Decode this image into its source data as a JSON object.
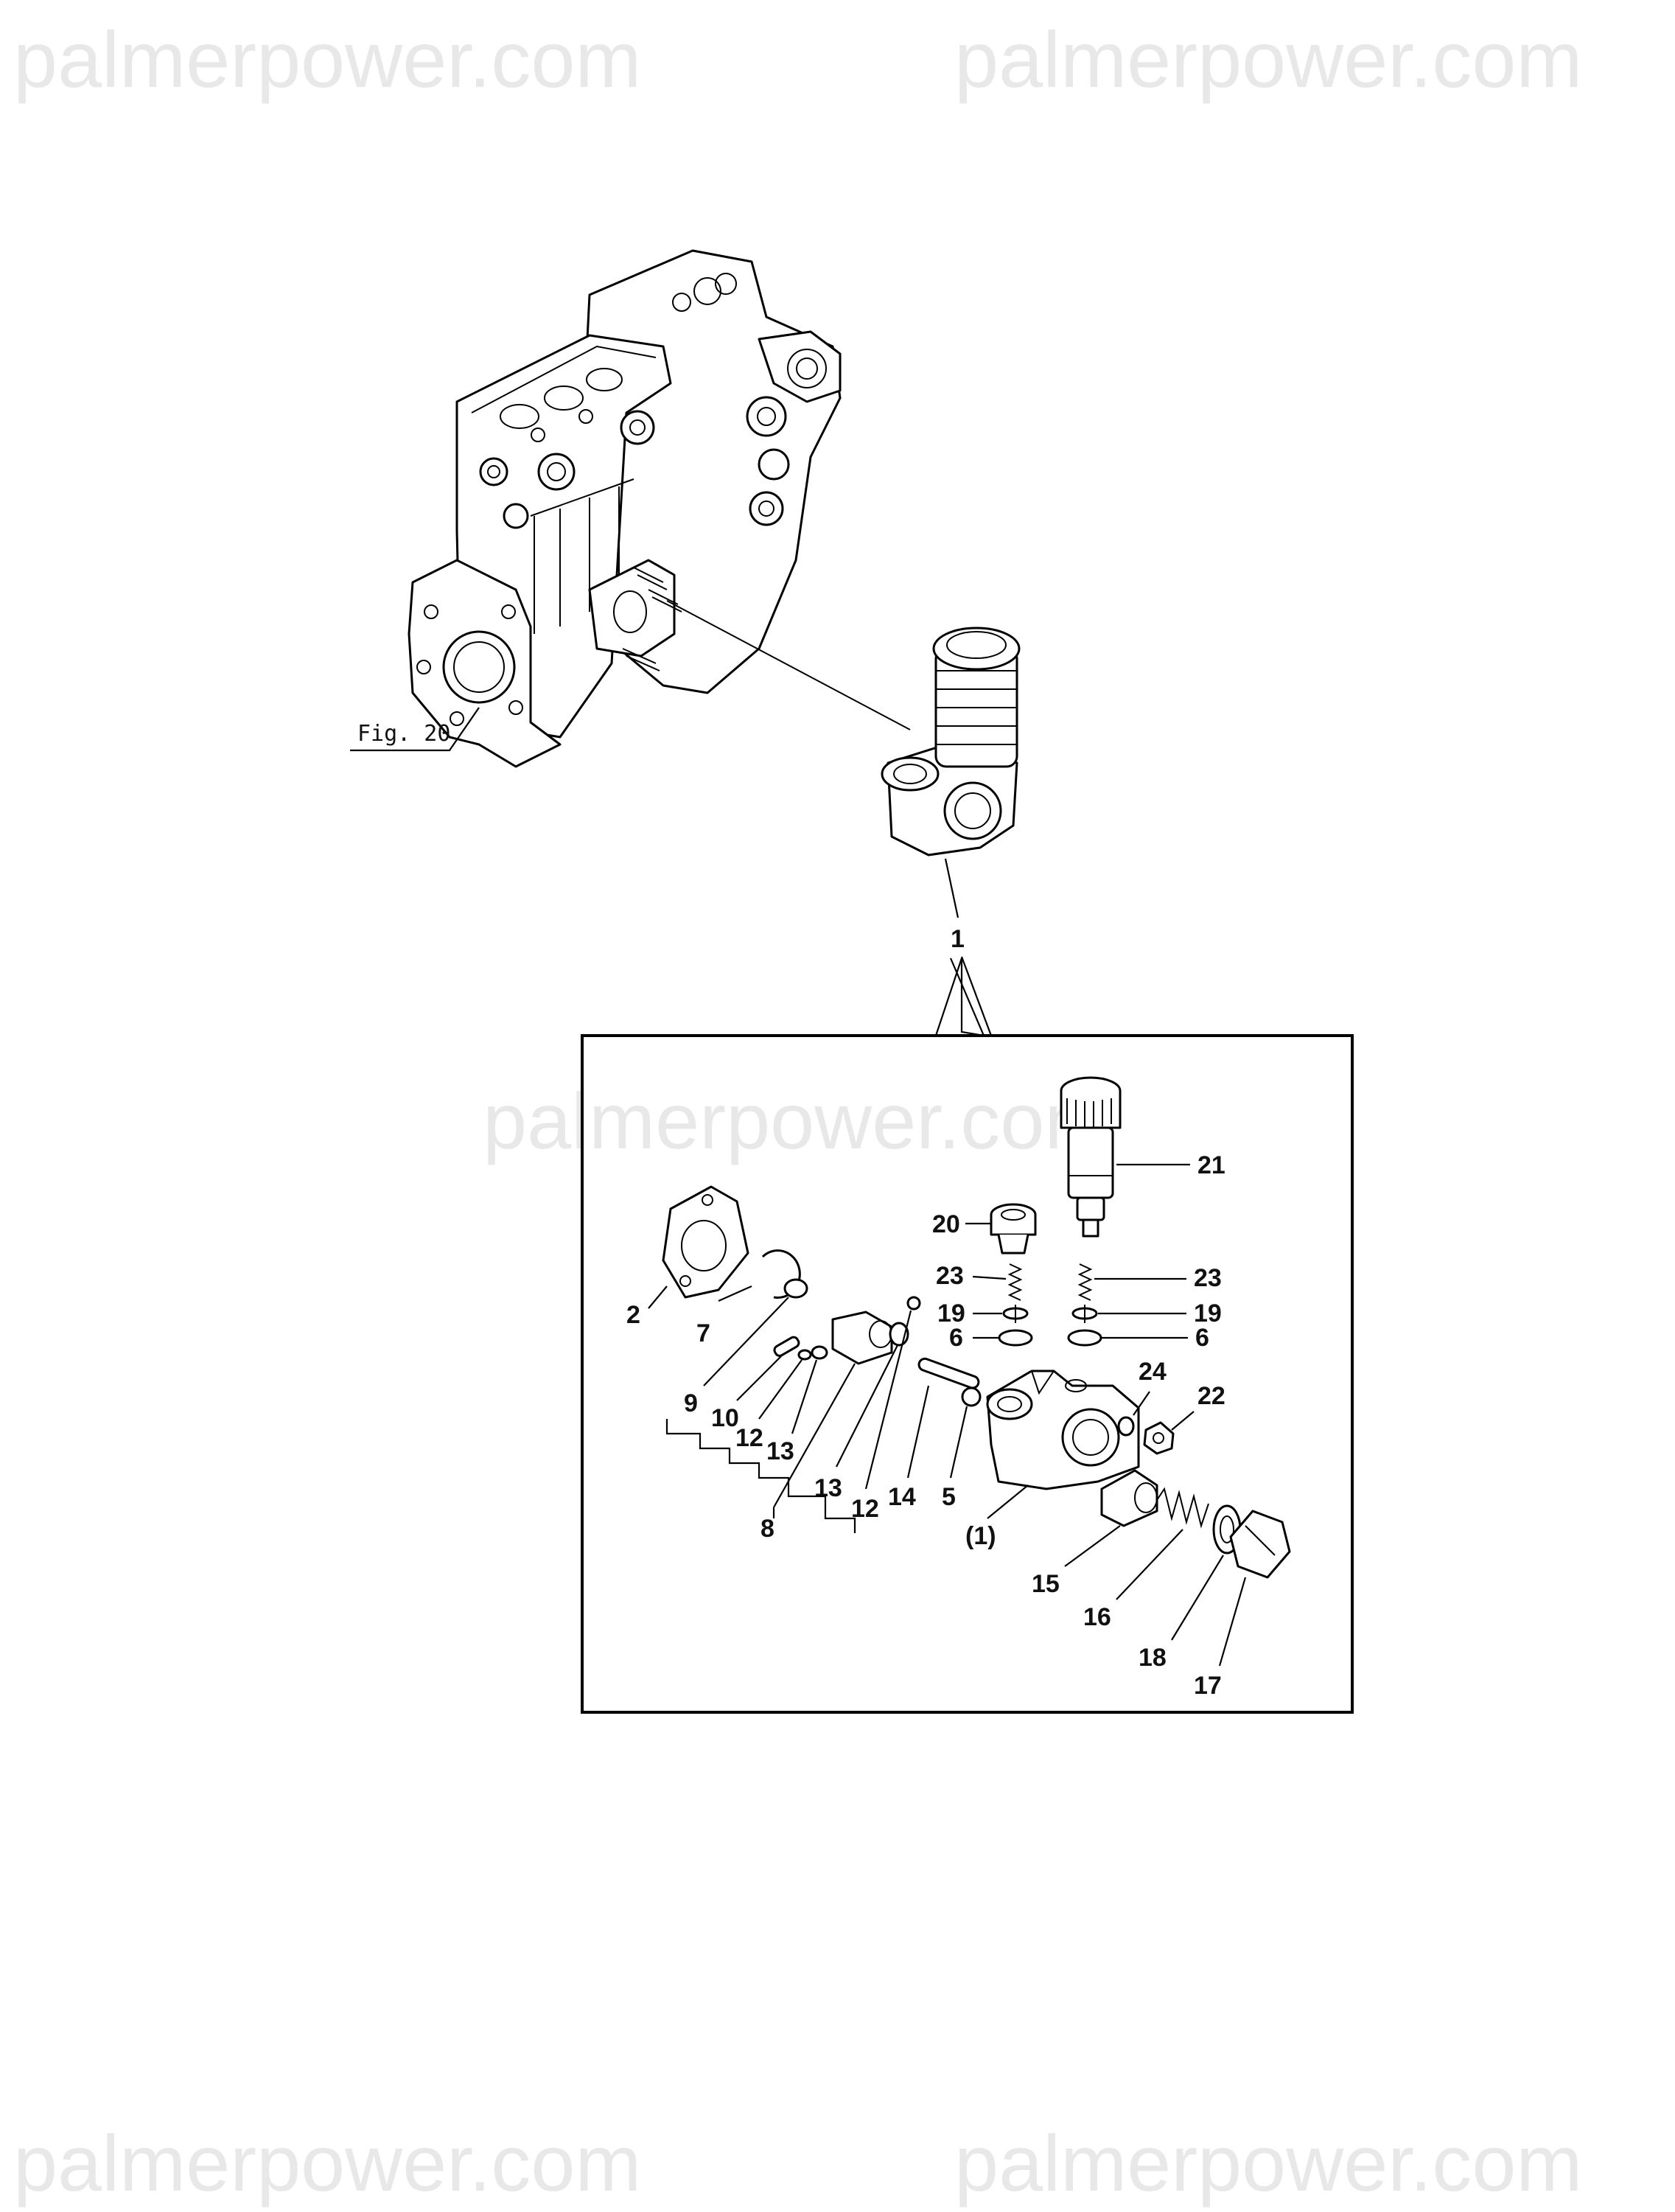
{
  "watermarks": {
    "top_left": "palmerpower.com",
    "top_right": "palmerpower.com",
    "center": "palmerpower.com",
    "bottom_left": "palmerpower.com",
    "bottom_right": "palmerpower.com"
  },
  "figure_ref": "Fig. 20",
  "callout_main": "1",
  "detail_labels": {
    "p21": "21",
    "p20": "20",
    "p23a": "23",
    "p23b": "23",
    "p19a": "19",
    "p19b": "19",
    "p6a": "6",
    "p6b": "6",
    "p2": "2",
    "p7": "7",
    "p9": "9",
    "p10": "10",
    "p12a": "12",
    "p13a": "13",
    "p8": "8",
    "p13b": "13",
    "p12b": "12",
    "p14": "14",
    "p5": "5",
    "p1paren": "(1)",
    "p24": "24",
    "p22": "22",
    "p15": "15",
    "p16": "16",
    "p18": "18",
    "p17": "17"
  }
}
